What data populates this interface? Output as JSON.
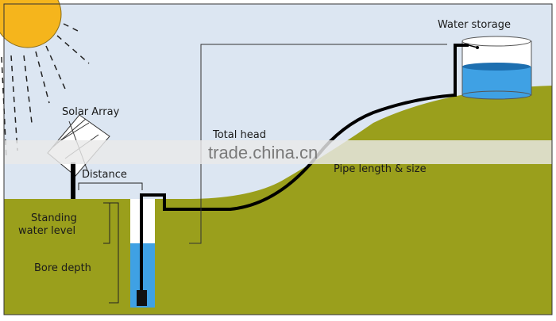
{
  "labels": {
    "water_storage": "Water storage",
    "solar_array": "Solar Array",
    "total_head": "Total head",
    "distance": "Distance",
    "pipe_length_size": "Pipe length & size",
    "standing_water_level_line1": "Standing",
    "standing_water_level_line2": "water level",
    "bore_depth": "Bore depth"
  },
  "watermark": "trade.china.cn",
  "colors": {
    "sky": "#dce6f2",
    "ground": "#9a9f1c",
    "sun": "#f5b51c",
    "water": "#3fa1e4",
    "pipe": "#000000",
    "frame": "#333333"
  }
}
